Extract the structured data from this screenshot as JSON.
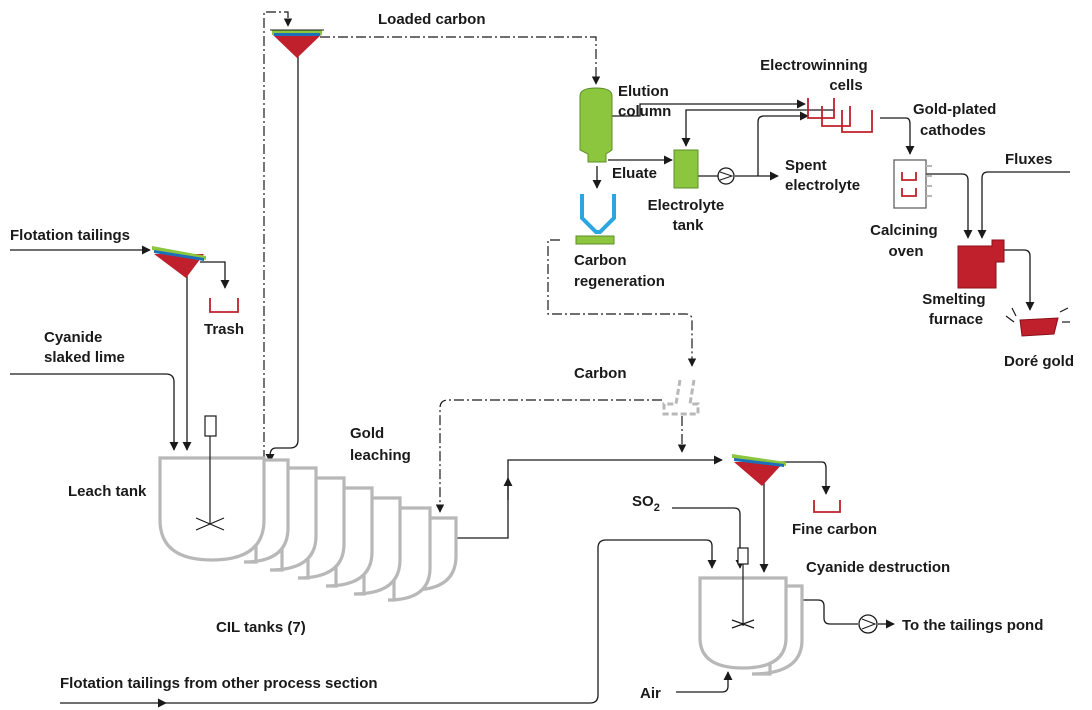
{
  "labels": {
    "loaded_carbon": "Loaded carbon",
    "elution_column": [
      "Elution",
      "column"
    ],
    "electrowinning_cells": [
      "Electrowinning",
      "cells"
    ],
    "gold_plated_cathodes": [
      "Gold-plated",
      "cathodes"
    ],
    "eluate": "Eluate",
    "spent_electrolyte": [
      "Spent",
      "electrolyte"
    ],
    "fluxes": "Fluxes",
    "electrolyte_tank": [
      "Electrolyte",
      "tank"
    ],
    "calcining_oven": [
      "Calcining",
      "oven"
    ],
    "carbon_regeneration": [
      "Carbon",
      "regeneration"
    ],
    "flotation_tailings": "Flotation tailings",
    "trash": "Trash",
    "cyanide_slaked_lime": [
      "Cyanide",
      "slaked lime"
    ],
    "smelting_furnace": [
      "Smelting",
      "furnace"
    ],
    "dore_gold": "Doré gold",
    "carbon": "Carbon",
    "gold_leaching": [
      "Gold",
      "leaching"
    ],
    "leach_tank": "Leach tank",
    "so2": "SO",
    "so2_sub": "2",
    "fine_carbon": "Fine carbon",
    "cyanide_destruction": "Cyanide destruction",
    "cil_tanks": "CIL tanks (7)",
    "to_tailings_pond": "To the tailings pond",
    "flotation_tailings_other": "Flotation tailings from other process section",
    "air": "Air"
  },
  "colors": {
    "screen_green": "#8cc63f",
    "screen_blue": "#1d6fb8",
    "screen_red": "#c0202c",
    "regeneration_blue": "#2aa7df",
    "tank_gray": "#b8b8b8",
    "line": "#1a1a1a"
  }
}
